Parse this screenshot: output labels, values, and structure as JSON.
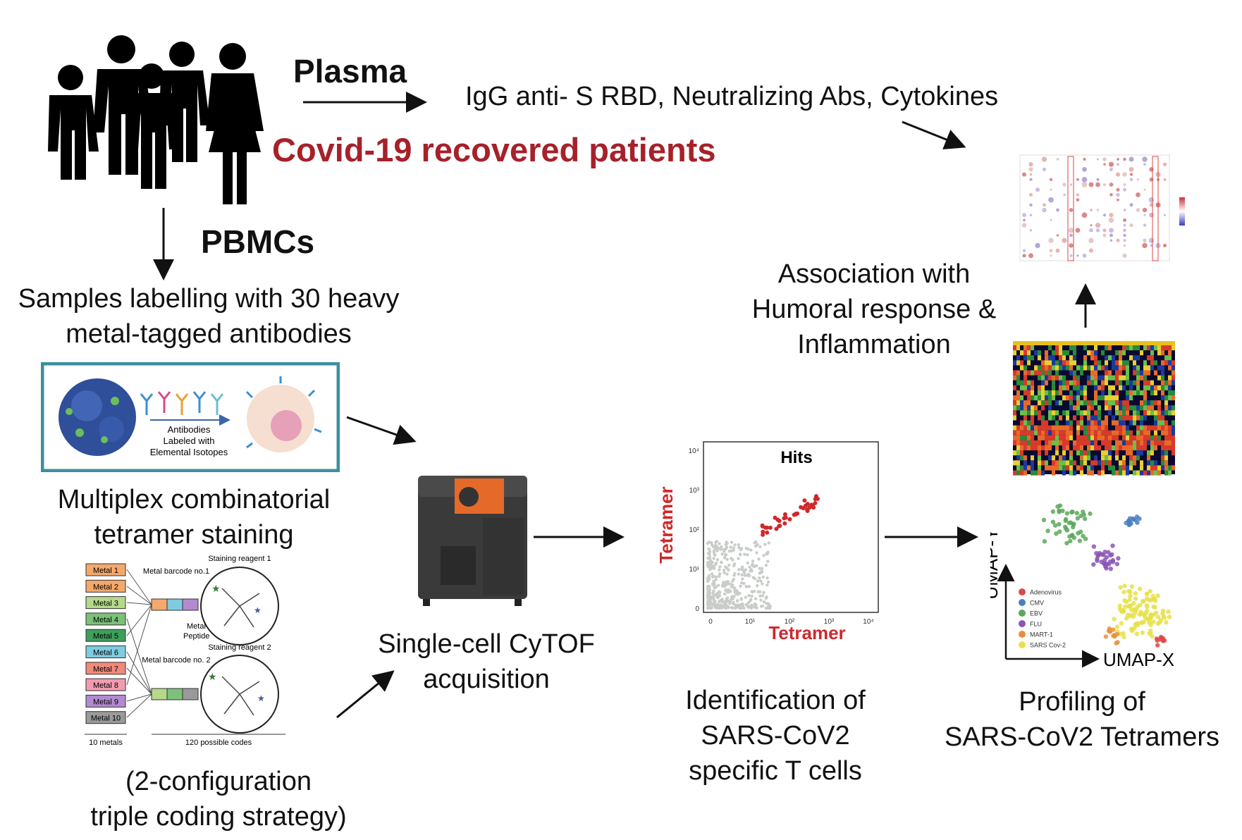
{
  "header": {
    "plasma_label": "Plasma",
    "plasma_outputs": "IgG anti- S RBD, Neutralizing Abs, Cytokines",
    "title": "Covid-19 recovered patients",
    "pbmc_label": "PBMCs"
  },
  "steps": {
    "labelling_line1": "Samples labelling with 30 heavy",
    "labelling_line2": "metal-tagged antibodies",
    "antibody_panel": {
      "line1": "Antibodies",
      "line2": "Labeled with",
      "line3": "Elemental Isotopes"
    },
    "tetramer_line1": "Multiplex combinatorial",
    "tetramer_line2": "tetramer staining",
    "coding_line1": "(2-configuration",
    "coding_line2": "triple coding strategy)",
    "cytof_line1": "Single-cell CyTOF",
    "cytof_line2": "acquisition",
    "identification_line1": "Identification of",
    "identification_line2": "SARS-CoV2",
    "identification_line3": "specific T cells",
    "profiling_line1": "Profiling of",
    "profiling_line2": "SARS-CoV2 Tetramers",
    "association_line1": "Association with",
    "association_line2": "Humoral response &",
    "association_line3": "Inflammation"
  },
  "barcode_schematic": {
    "metals": [
      "Metal 1",
      "Metal 2",
      "Metal 3",
      "Metal 4",
      "Metal 5",
      "Metal 6",
      "Metal 7",
      "Metal 8",
      "Metal 9",
      "Metal 10"
    ],
    "metal_colors": [
      "#f4a96b",
      "#f4a96b",
      "#b5d98a",
      "#7cc07a",
      "#3f9e5c",
      "#7fcbe0",
      "#f08a7a",
      "#f29bb0",
      "#b38ad0",
      "#9a9a9a"
    ],
    "barcode1_label": "Metal barcode no.1",
    "barcode2_label": "Metal barcode no. 2",
    "reagent1_label": "Staining reagent 1",
    "reagent2_label": "Staining reagent 2",
    "metal_label": "Metal",
    "peptide_label": "Peptide",
    "metals_count_label": "10 metals",
    "codes_label": "120 possible codes"
  },
  "scatter": {
    "title": "Hits",
    "xlabel": "Tetramer",
    "ylabel": "Tetramer",
    "x_ticks": [
      "0",
      "10¹",
      "10²",
      "10³",
      "10⁴"
    ],
    "y_ticks": [
      "0",
      "10¹",
      "10²",
      "10³",
      "10⁴"
    ]
  },
  "umap": {
    "xlabel": "UMAP-X",
    "ylabel": "UMAP-Y",
    "legend": [
      {
        "name": "Adenovirus",
        "color": "#d94a4a"
      },
      {
        "name": "CMV",
        "color": "#4a7fc1"
      },
      {
        "name": "EBV",
        "color": "#5aa85a"
      },
      {
        "name": "FLU",
        "color": "#8a55b5"
      },
      {
        "name": "MART-1",
        "color": "#e8903a"
      },
      {
        "name": "SARS Cov-2",
        "color": "#e8e04a"
      }
    ]
  },
  "colors": {
    "title_red": "#a6212a",
    "axis_red": "#d0282b",
    "panel_border": "#3a8fa0"
  }
}
